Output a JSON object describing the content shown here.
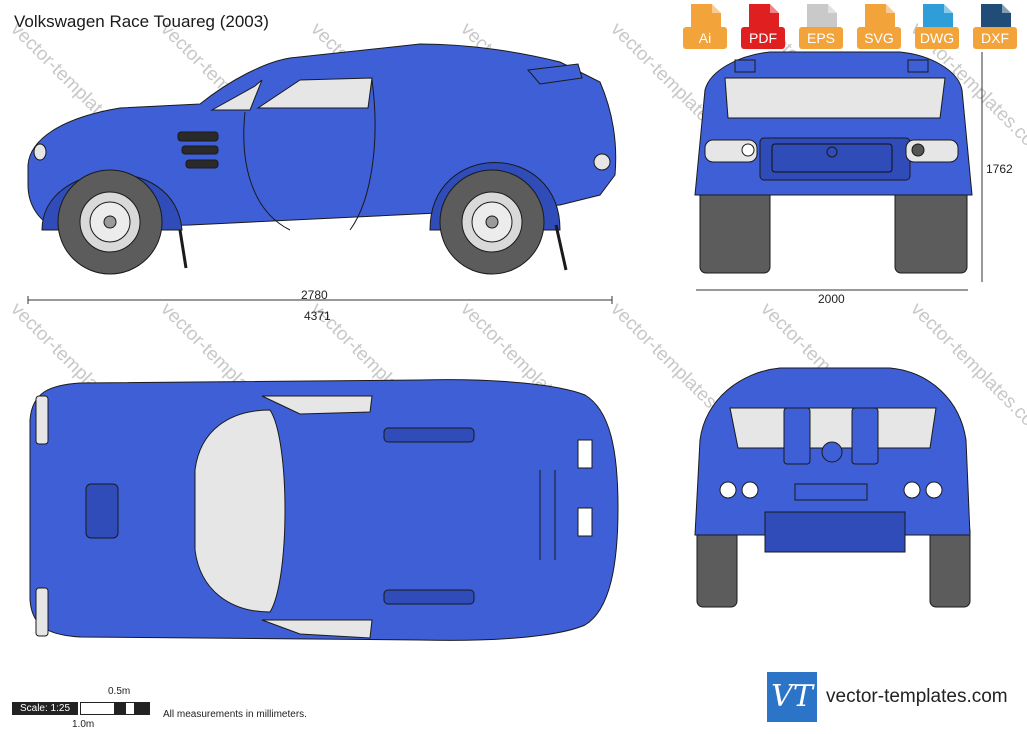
{
  "title": "Volkswagen Race Touareg (2003)",
  "formats": [
    {
      "label": "Ai",
      "color": "#f2a33a"
    },
    {
      "label": "PDF",
      "color": "#e02020"
    },
    {
      "label": "EPS",
      "color": "#c9c9c9"
    },
    {
      "label": "SVG",
      "color": "#f2a33a"
    },
    {
      "label": "DWG",
      "color": "#2f9ed8"
    },
    {
      "label": "DXF",
      "color": "#1f4d78"
    }
  ],
  "dimensions": {
    "wheelbase": "2780",
    "length": "4371",
    "height": "1762",
    "width": "2000"
  },
  "scale": {
    "label": "Scale: 1:25",
    "half_meter": "0.5m",
    "one_meter": "1.0m",
    "note": "All measurements in millimeters."
  },
  "brand": {
    "logo_text": "VT",
    "site": "vector-templates.com"
  },
  "watermark": "vector-templates.com",
  "colors": {
    "body": "#3f5fd6",
    "body_dark": "#2f4cb8",
    "tire": "#5c5c5c",
    "glass": "#e6e6e6",
    "rim": "#d9d9d9"
  }
}
